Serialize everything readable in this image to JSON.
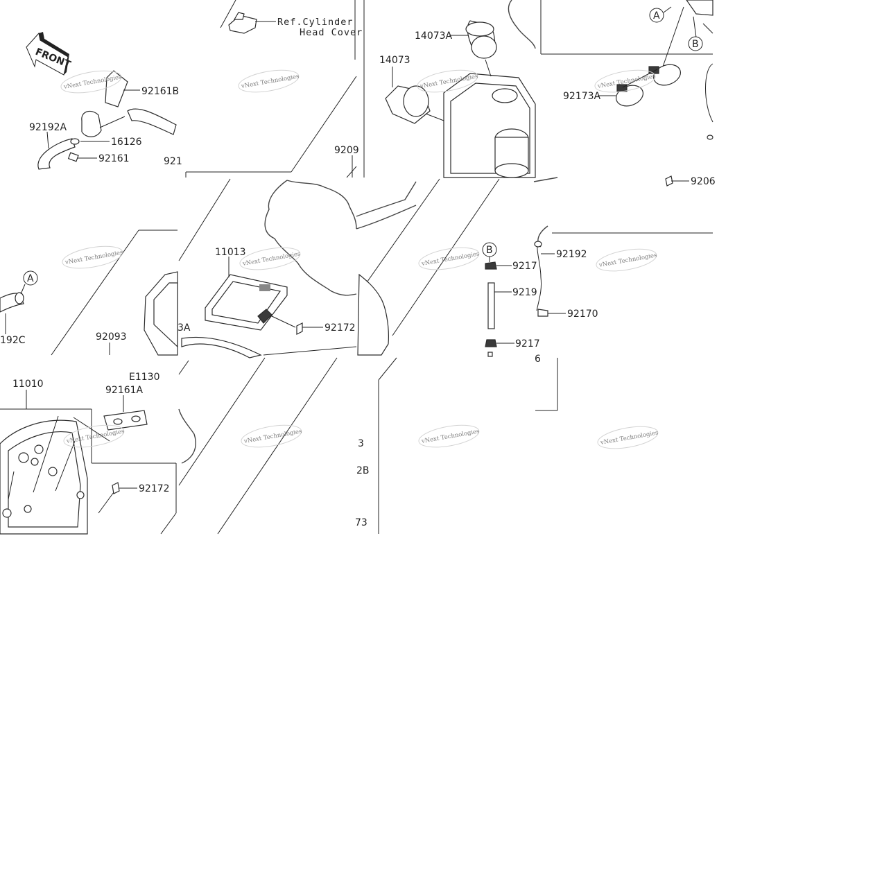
{
  "labels": {
    "front": "FRONT",
    "ref_cylinder": "Ref.Cylinder",
    "head_cover": "Head Cover",
    "p_92161B": "92161B",
    "p_92192A": "92192A",
    "p_16126": "16126",
    "p_92161": "92161",
    "p_921_cut": "921",
    "p_9209_cut": "9209",
    "p_14073A": "14073A",
    "p_14073": "14073",
    "p_92173A": "92173A",
    "p_9206_cut": "9206",
    "p_11013": "11013",
    "p_92172_mid": "92172",
    "p_92192": "92192",
    "p_92170": "92170",
    "p_9217_top": "9217",
    "p_9219_cut": "9219",
    "p_9217_bot": "9217",
    "p_6_cut": "6",
    "p_92093": "92093",
    "p_3A_cut": "3A",
    "p_192C_cut": "192C",
    "p_11010": "11010",
    "p_E1130": "E1130",
    "p_92161A": "92161A",
    "p_92172_bot": "92172",
    "p_3_cut": "3",
    "p_2B_cut": "2B",
    "p_73_cut": "73",
    "callout_A": "A",
    "callout_B": "B"
  },
  "watermark": {
    "text": "vNext Technologies"
  },
  "icons": [
    "front-arrow-icon",
    "callout-a-icon",
    "callout-b-icon"
  ]
}
